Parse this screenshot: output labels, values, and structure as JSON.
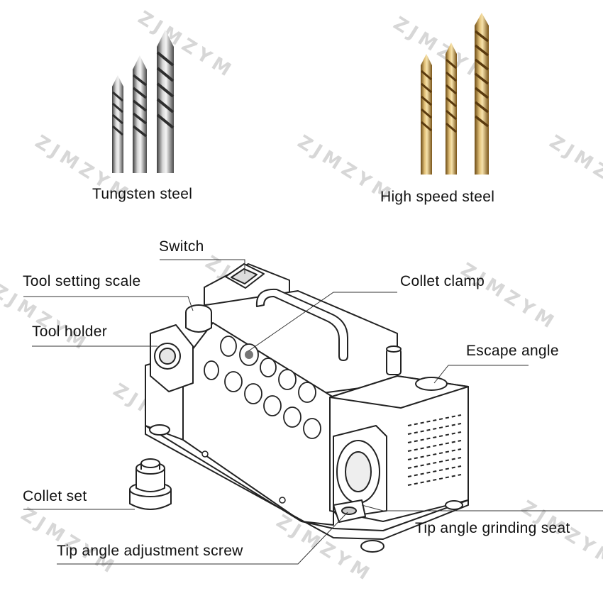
{
  "watermark": "ZJMZYM",
  "drills": {
    "tungsten_label": "Tungsten steel",
    "hss_label": "High speed steel"
  },
  "parts": {
    "switch": "Switch",
    "tool_setting_scale": "Tool setting scale",
    "collet_clamp": "Collet clamp",
    "tool_holder": "Tool holder",
    "escape_angle": "Escape angle",
    "collet_set": "Collet set",
    "tip_angle_grinding_seat": "Tip angle grinding seat",
    "tip_angle_adjustment_screw": "Tip angle adjustment screw"
  },
  "colors": {
    "line": "#222222",
    "leader": "#333333",
    "tungsten": "#8a8a8a",
    "hss": "#c9a04a"
  }
}
